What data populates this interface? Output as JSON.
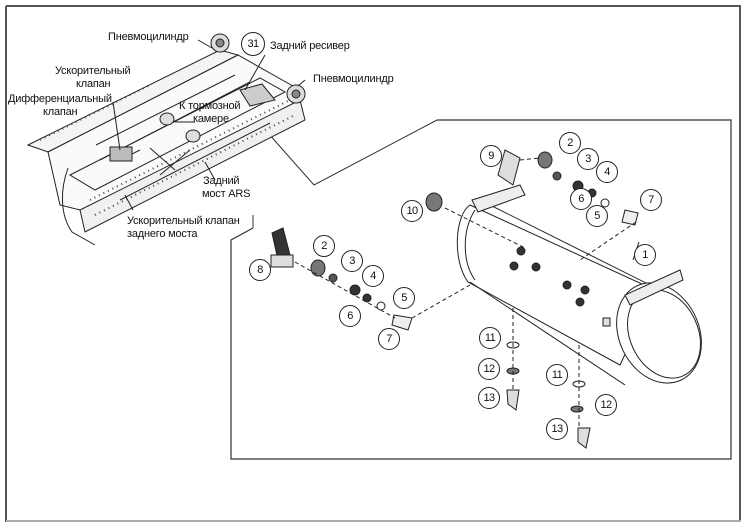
{
  "diagram": {
    "type": "exploded-parts-diagram",
    "subject": "Rear air receiver assembly and chassis location",
    "chassis_labels": {
      "pneumocylinder_top": "Пневмоцилиндр",
      "pneumocylinder_right": "Пневмоцилиндр",
      "rear_receiver": "Задний ресивер",
      "relay_valve_l1": "Ускорительный",
      "relay_valve_l2": "клапан",
      "diff_valve_l1": "Дифференциальный",
      "diff_valve_l2": "клапан",
      "brake_chamber_l1": "К тормозной",
      "brake_chamber_l2": "камере",
      "rear_axle_l1": "Задний",
      "rear_axle_l2": "мост ARS",
      "rear_relay_l1": "Ускорительный клапан",
      "rear_relay_l2": "заднего моста",
      "ref_callout": "31"
    },
    "callouts": {
      "c1": "1",
      "c2a": "2",
      "c2b": "2",
      "c3a": "3",
      "c3b": "3",
      "c4a": "4",
      "c4b": "4",
      "c5a": "5",
      "c5b": "5",
      "c6a": "6",
      "c6b": "6",
      "c7a": "7",
      "c7b": "7",
      "c8": "8",
      "c9": "9",
      "c10": "10",
      "c11a": "11",
      "c11b": "11",
      "c12a": "12",
      "c12b": "12",
      "c13a": "13",
      "c13b": "13"
    }
  }
}
